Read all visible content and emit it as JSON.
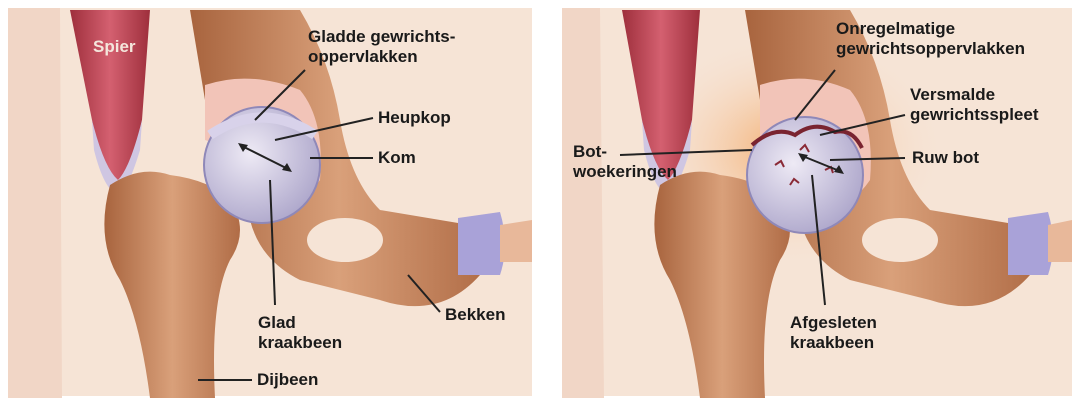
{
  "left_panel": {
    "labels": {
      "spier": "Spier",
      "gladde_line1": "Gladde gewrichts-",
      "gladde_line2": "oppervlakken",
      "heupkop": "Heupkop",
      "kom": "Kom",
      "glad_line1": "Glad",
      "glad_line2": "kraakbeen",
      "bekken": "Bekken",
      "dijbeen": "Dijbeen"
    }
  },
  "right_panel": {
    "labels": {
      "onregelmatige_line1": "Onregelmatige",
      "onregelmatige_line2": "gewrichtsoppervlakken",
      "versmalde_line1": "Versmalde",
      "versmalde_line2": "gewrichtsspleet",
      "bot_line1": "Bot-",
      "bot_line2": "woekeringen",
      "ruw_bot": "Ruw bot",
      "afgesleten_line1": "Afgesleten",
      "afgesleten_line2": "kraakbeen"
    }
  },
  "colors": {
    "background": "#f7e6da",
    "bone": "#c98a62",
    "bone_dark": "#a0623f",
    "muscle": "#b8404a",
    "cartilage": "#c9c4e0",
    "inflammation": "#f0a060"
  }
}
